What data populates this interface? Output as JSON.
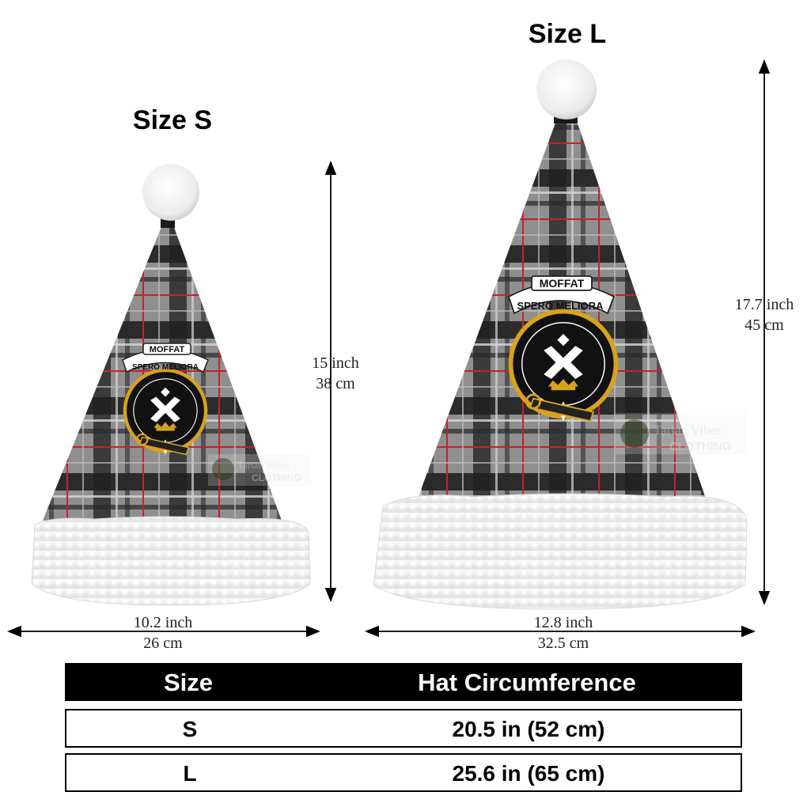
{
  "sizes": [
    {
      "title": "Size S",
      "height_inch": "15 inch",
      "height_cm": "38 cm",
      "width_inch": "10.2 inch",
      "width_cm": "26 cm"
    },
    {
      "title": "Size L",
      "height_inch": "17.7 inch",
      "height_cm": "45 cm",
      "width_inch": "12.8 inch",
      "width_cm": "32.5 cm"
    }
  ],
  "crest": {
    "banner_top": "MOFFAT",
    "motto": "SPERO MELIORA"
  },
  "watermark": {
    "brand": "Tartan Vibes",
    "sub": "CLOTHING"
  },
  "table": {
    "headers": {
      "size": "Size",
      "circumference": "Hat Circumference"
    },
    "rows": [
      {
        "size": "S",
        "circumference": "20.5 in (52 cm)"
      },
      {
        "size": "L",
        "circumference": "25.6 in (65 cm)"
      }
    ]
  },
  "colors": {
    "tartan_grey": "#8f8f8f",
    "tartan_dark": "#1a1a1a",
    "tartan_red": "#c8202a",
    "fur": "#f4f4f4",
    "crest_gold": "#d8a21c"
  }
}
